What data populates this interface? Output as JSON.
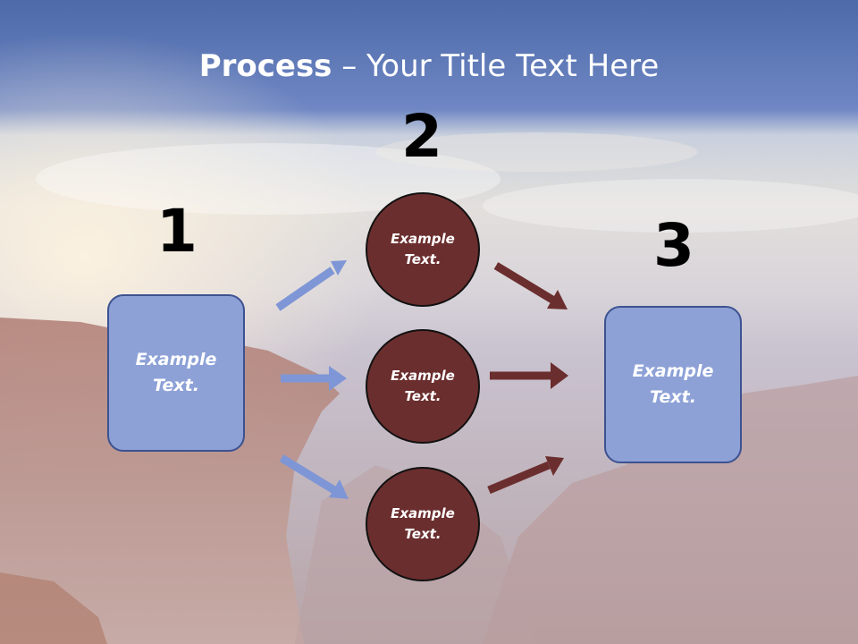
{
  "title": {
    "bold": "Process",
    "rest": " – Your Title Text Here"
  },
  "steps": [
    {
      "number": "1",
      "text": [
        "Example",
        "Text."
      ]
    },
    {
      "number": "2",
      "items": [
        {
          "text": [
            "Example",
            "Text."
          ]
        },
        {
          "text": [
            "Example",
            "Text."
          ]
        },
        {
          "text": [
            "Example",
            "Text."
          ]
        }
      ]
    },
    {
      "number": "3",
      "text": [
        "Example",
        "Text."
      ]
    }
  ],
  "colors": {
    "box_fill": "#8da1d7",
    "box_border": "#3c5290",
    "circle_fill": "#6b2e2e",
    "arrow_blue": "#7f96d6",
    "arrow_maroon": "#6b2e2e"
  }
}
